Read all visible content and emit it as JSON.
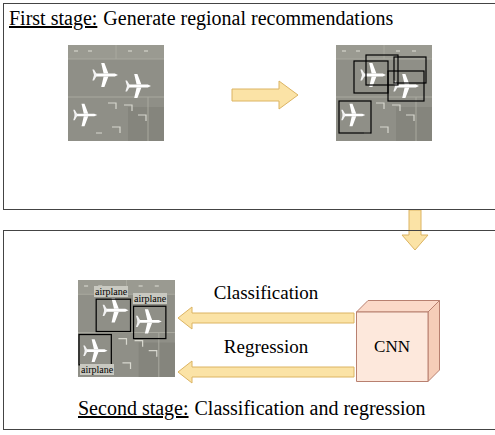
{
  "diagram": {
    "nodes": [
      {
        "text": [
          "First stage:",
          "Generate regional recommendations"
        ]
      },
      {
        "text": [
          "Second stage:",
          "Classification and regression"
        ]
      },
      {
        "text": [
          "airplane",
          "airplane",
          "airplane"
        ],
        "in": 1
      },
      {
        "text": [
          "CNN"
        ],
        "in": 1
      }
    ],
    "edges": [
      {
        "from": 0,
        "to": 1,
        "arrow": "to"
      },
      {
        "from": 3,
        "to": 2,
        "label": "Classification",
        "arrow": "to"
      },
      {
        "from": 3,
        "to": 2,
        "label": "Regression",
        "arrow": "to"
      }
    ]
  }
}
